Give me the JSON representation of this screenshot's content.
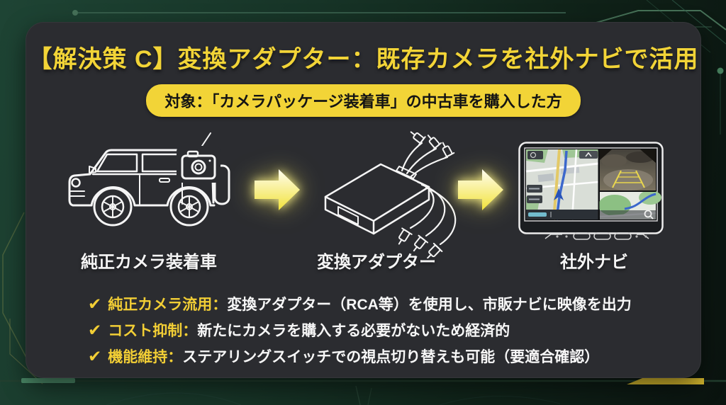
{
  "slide": {
    "title": "【解決策 C】変換アダプター：既存カメラを社外ナビで活用",
    "badge": "対象：「カメラパッケージ装着車」の中古車を購入した方",
    "flow": {
      "items": [
        {
          "icon": "oem-camera-car-illustration",
          "label": "純正カメラ装着車"
        },
        {
          "icon": "rca-conversion-adapter-illustration",
          "label": "変換アダプター"
        },
        {
          "icon": "aftermarket-nav-illustration",
          "label": "社外ナビ"
        }
      ],
      "arrow_icon": "arrow-right-icon"
    },
    "bullets": [
      {
        "check": "✔",
        "label": "純正カメラ流用：",
        "text": "変換アダプター（RCA等）を使用し、市販ナビに映像を出力"
      },
      {
        "check": "✔",
        "label": "コスト抑制：",
        "text": "新たにカメラを購入する必要がないため経済的"
      },
      {
        "check": "✔",
        "label": "機能維持：",
        "text": "ステアリングスイッチでの視点切り替えも可能（要適合確認）"
      }
    ],
    "colors": {
      "accent_yellow": "#F2D437",
      "card_bg": "#2B2C30",
      "bg_green": "#173427",
      "trace_green": "#4C7A5E",
      "text_white": "#F5F5F5"
    }
  }
}
